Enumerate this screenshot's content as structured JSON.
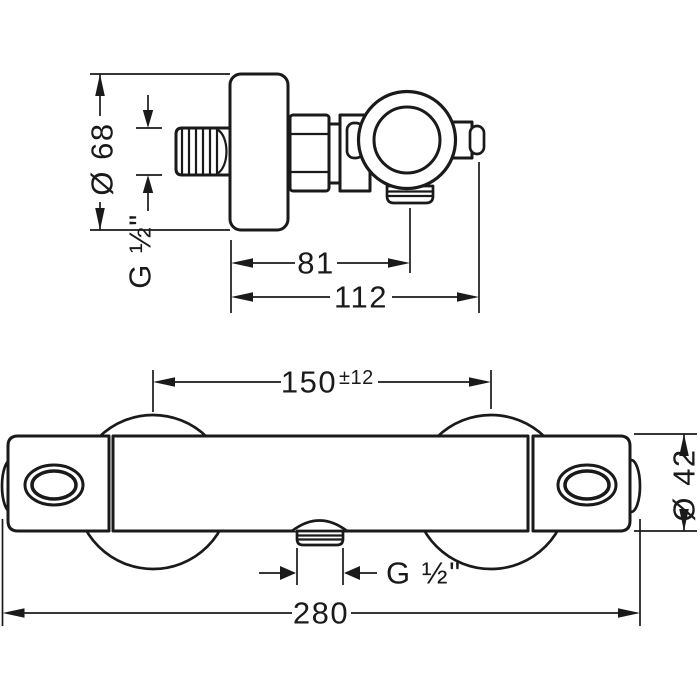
{
  "colors": {
    "background": "#ffffff",
    "line": "#1a1a1a"
  },
  "drawing": {
    "side_view": {
      "plate_diameter": "Ø 68",
      "inlet_thread": "G ½\"",
      "wall_to_outlet": "81",
      "wall_to_front": "112"
    },
    "front_view": {
      "connection_centers": "150",
      "connection_tolerance": "±12",
      "end_diameter": "Ø 42",
      "outlet_thread": "G ½\"",
      "overall_width": "280"
    }
  }
}
